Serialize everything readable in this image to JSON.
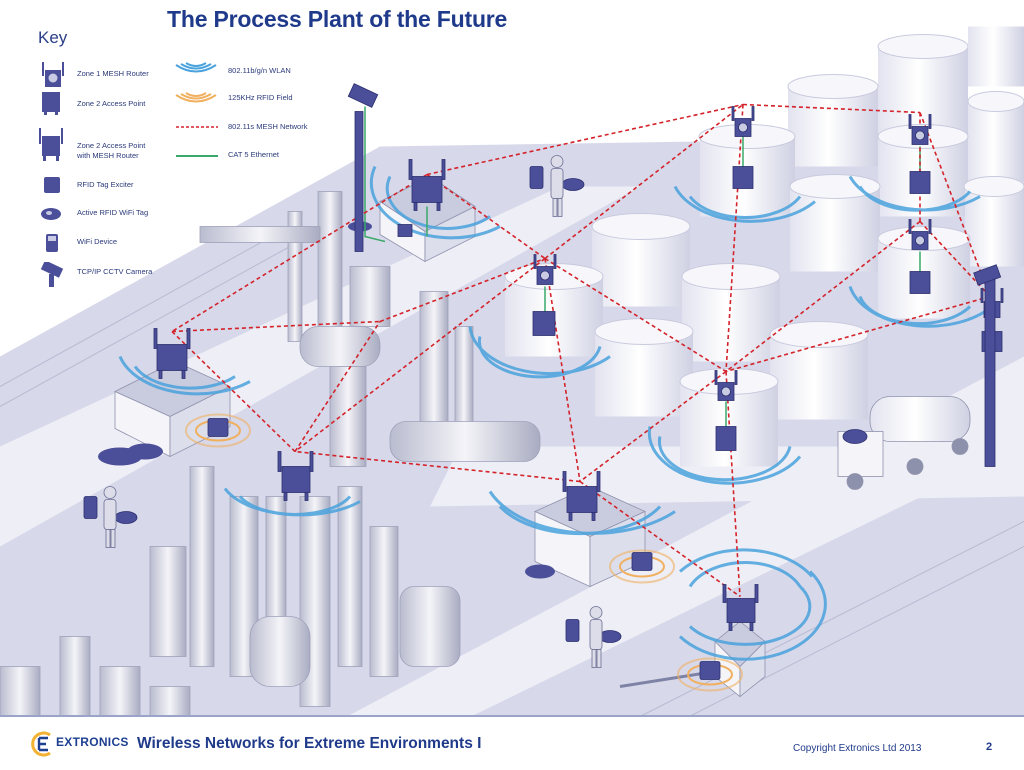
{
  "slide": {
    "title": "The Process Plant of the Future"
  },
  "key": {
    "heading": "Key",
    "items": [
      {
        "label": "Zone 1 MESH Router",
        "icon": "zone1-mesh-router-icon"
      },
      {
        "label": "Zone 2 Access Point",
        "icon": "zone2-access-point-icon"
      },
      {
        "label": "Zone 2 Access Point\nwith MESH Router",
        "icon": "zone2-ap-mesh-router-icon"
      },
      {
        "label": "RFID Tag Exciter",
        "icon": "rfid-tag-exciter-icon"
      },
      {
        "label": "Active RFID WiFi Tag",
        "icon": "active-rfid-wifi-tag-icon"
      },
      {
        "label": "WiFi Device",
        "icon": "wifi-device-icon"
      },
      {
        "label": "TCP/IP CCTV Camera",
        "icon": "cctv-camera-icon"
      }
    ],
    "links": [
      {
        "label": "802.11b/g/n WLAN",
        "icon": "wlan-waves-icon"
      },
      {
        "label": "125KHz RFID Field",
        "icon": "rfid-field-waves-icon"
      },
      {
        "label": "802.11s MESH Network",
        "icon": "mesh-network-line-icon"
      },
      {
        "label": "CAT 5 Ethernet",
        "icon": "ethernet-line-icon"
      }
    ]
  },
  "colors": {
    "title": "#1f3a8a",
    "mesh_link": "#d4232a",
    "ethernet": "#3aa868",
    "wlan": "#4aa3dd",
    "rfid": "#f0b060",
    "device": "#4b4f9a",
    "ground": "#c9cbe3",
    "road": "#ecedf6"
  },
  "footer": {
    "logo_text": "EXTRONICS",
    "title": "Wireless Networks for Extreme Environments I",
    "copyright": "Copyright Extronics Ltd 2013",
    "page_number": "2"
  }
}
